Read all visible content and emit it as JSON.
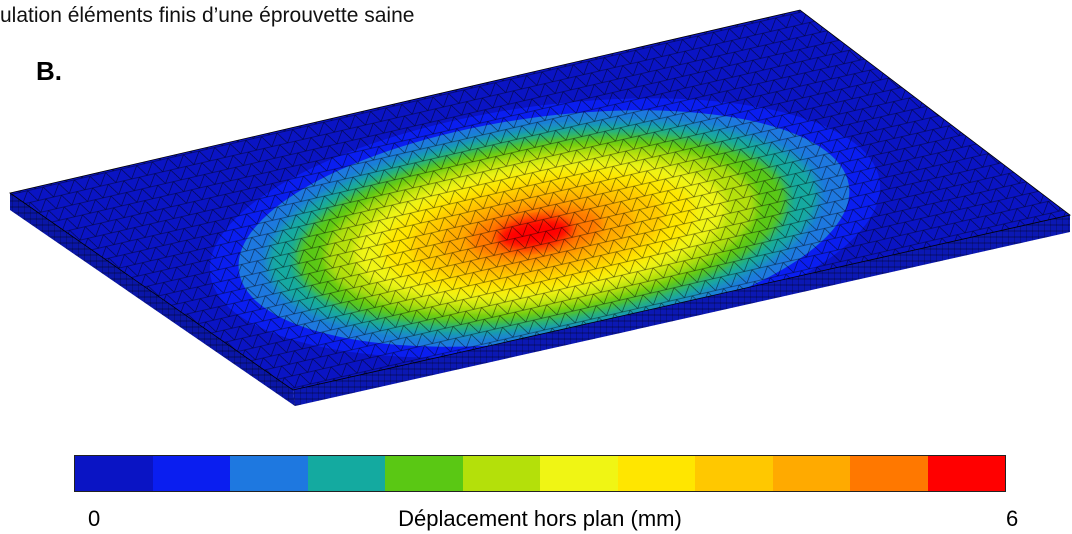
{
  "figure": {
    "caption": "ulation éléments finis d’une éprouvette saine",
    "panel_label": "B."
  },
  "colorbar": {
    "label": "Déplacement hors plan (mm)",
    "min_label": "0",
    "max_label": "6",
    "range": [
      0,
      6
    ],
    "colors": [
      "#0a14c4",
      "#0a1ef0",
      "#1e78e0",
      "#14aaa0",
      "#5ac814",
      "#b4e00a",
      "#f0f514",
      "#ffe600",
      "#ffc800",
      "#ffaa00",
      "#ff7800",
      "#ff0000"
    ]
  },
  "plot": {
    "max_value_location": "center",
    "mesh": "triangular"
  }
}
